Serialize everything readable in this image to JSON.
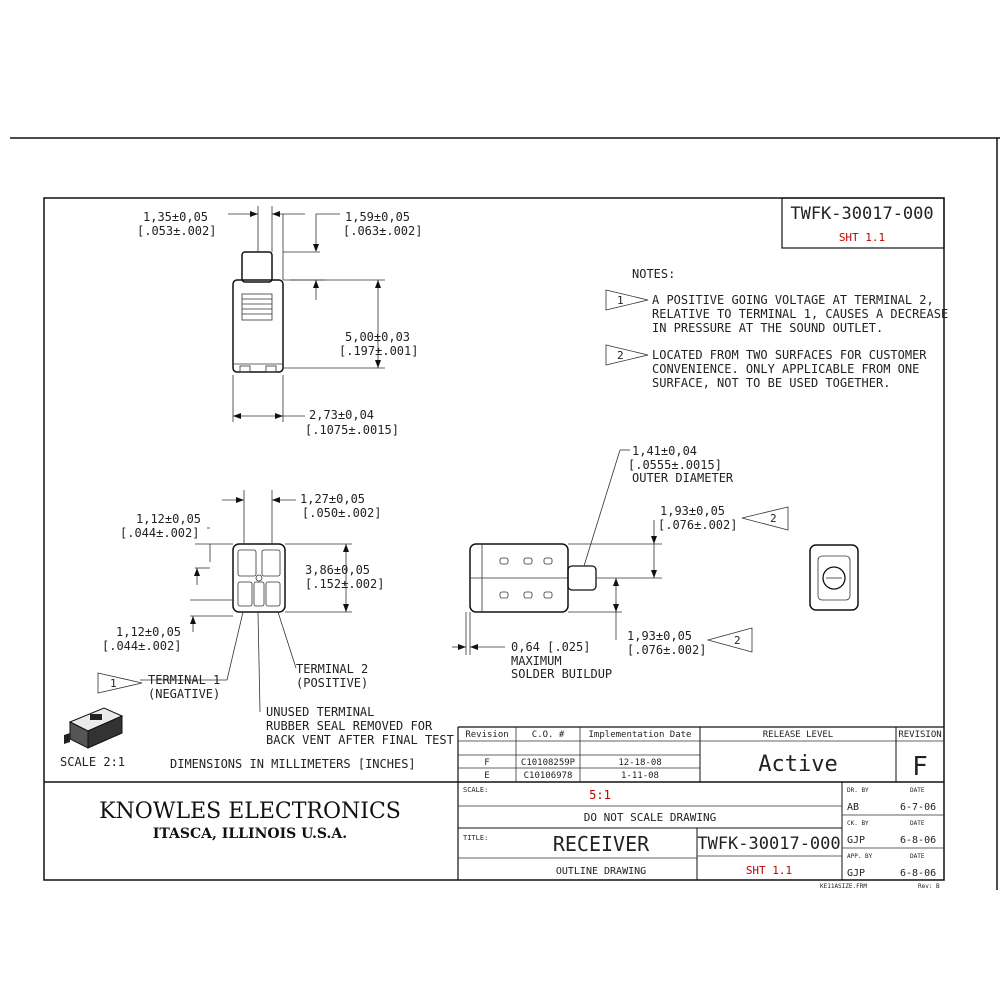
{
  "title_block": {
    "drawing_number": "TWFK-30017-000",
    "sheet": "SHT 1.1",
    "company": "KNOWLES ELECTRONICS",
    "location": "ITASCA, ILLINOIS U.S.A.",
    "scale_label": "SCALE:",
    "scale_value": "5:1",
    "do_not_scale": "DO NOT SCALE DRAWING",
    "title_label": "TITLE:",
    "title": "RECEIVER",
    "subtitle": "OUTLINE DRAWING",
    "release_level_label": "RELEASE LEVEL",
    "release_level": "Active",
    "revision_label": "REVISION",
    "revision": "F",
    "revision_table": {
      "headers": [
        "Revision",
        "C.O. #",
        "Implementation Date"
      ],
      "rows": [
        [
          "F",
          "C10108259P",
          "12-18-08"
        ],
        [
          "E",
          "C10106978",
          "1-11-08"
        ]
      ]
    },
    "approvals": [
      {
        "label": "DR. BY",
        "date_label": "DATE",
        "name": "AB",
        "date": "6-7-06"
      },
      {
        "label": "CK. BY",
        "date_label": "DATE",
        "name": "GJP",
        "date": "6-8-06"
      },
      {
        "label": "APP. BY",
        "date_label": "DATE",
        "name": "GJP",
        "date": "6-8-06"
      }
    ],
    "footer_file": "KE11ASIZE.FRM",
    "footer_rev": "Rev: B"
  },
  "notes": {
    "heading": "NOTES:",
    "items": [
      {
        "marker": "1",
        "lines": [
          "A POSITIVE GOING VOLTAGE AT TERMINAL 2,",
          "RELATIVE TO TERMINAL 1, CAUSES A DECREASE",
          "IN PRESSURE AT THE SOUND OUTLET."
        ]
      },
      {
        "marker": "2",
        "lines": [
          "LOCATED FROM TWO SURFACES FOR CUSTOMER",
          "CONVENIENCE. ONLY APPLICABLE FROM ONE",
          "SURFACE, NOT TO BE USED TOGETHER."
        ]
      }
    ]
  },
  "dimensions": {
    "top_width_left": [
      "1,35±0,05",
      "[.053±.002]"
    ],
    "top_width_right": [
      "1,59±0,05",
      "[.063±.002]"
    ],
    "height": [
      "5,00±0,03",
      "[.197±.001]"
    ],
    "body_width": [
      "2,73±0,04",
      "[.1075±.0015]"
    ],
    "end_left_upper": [
      "1,12±0,05",
      "[.044±.002]"
    ],
    "end_top_right": [
      "1,27±0,05",
      "[.050±.002]"
    ],
    "end_height": [
      "3,86±0,05",
      "[.152±.002]"
    ],
    "end_left_lower": [
      "1,12±0,05",
      "[.044±.002]"
    ],
    "outer_diameter": [
      "1,41±0,04",
      "[.0555±.0015]",
      "OUTER DIAMETER"
    ],
    "side_upper": [
      "1,93±0,05",
      "[.076±.002]"
    ],
    "side_lower": [
      "1,93±0,05",
      "[.076±.002]"
    ],
    "solder": [
      "0,64 [.025]",
      "MAXIMUM",
      "SOLDER BUILDUP"
    ]
  },
  "labels": {
    "terminal1": [
      "TERMINAL 1",
      "(NEGATIVE)"
    ],
    "terminal1_marker": "1",
    "terminal2": [
      "TERMINAL 2",
      "(POSITIVE)"
    ],
    "unused": [
      "UNUSED TERMINAL",
      "RUBBER SEAL REMOVED FOR",
      "BACK VENT AFTER FINAL TEST"
    ],
    "side_marker_upper": "2",
    "side_marker_lower": "2",
    "scale_note": "SCALE 2:1",
    "units_note": "DIMENSIONS IN MILLIMETERS [INCHES]"
  }
}
